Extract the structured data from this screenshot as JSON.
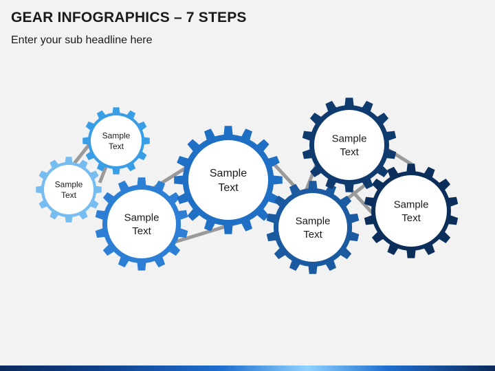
{
  "header": {
    "title": "GEAR INFOGRAPHICS – 7 STEPS",
    "subtitle": "Enter your sub headline here"
  },
  "gears": [
    {
      "line1": "Sample",
      "line2": "Text",
      "color": "#78bdf1"
    },
    {
      "line1": "Sample",
      "line2": "Text",
      "color": "#3a9ee6"
    },
    {
      "line1": "Sample",
      "line2": "Text",
      "color": "#2c7fd4"
    },
    {
      "line1": "Sample",
      "line2": "Text",
      "color": "#1f6fc4"
    },
    {
      "line1": "Sample",
      "line2": "Text",
      "color": "#1b5aa0"
    },
    {
      "line1": "Sample",
      "line2": "Text",
      "color": "#0f3a6e"
    },
    {
      "line1": "Sample",
      "line2": "Text",
      "color": "#0b2f5a"
    }
  ],
  "colors": {
    "connector": "#9a9a9a",
    "background": "#f2f2f2"
  }
}
